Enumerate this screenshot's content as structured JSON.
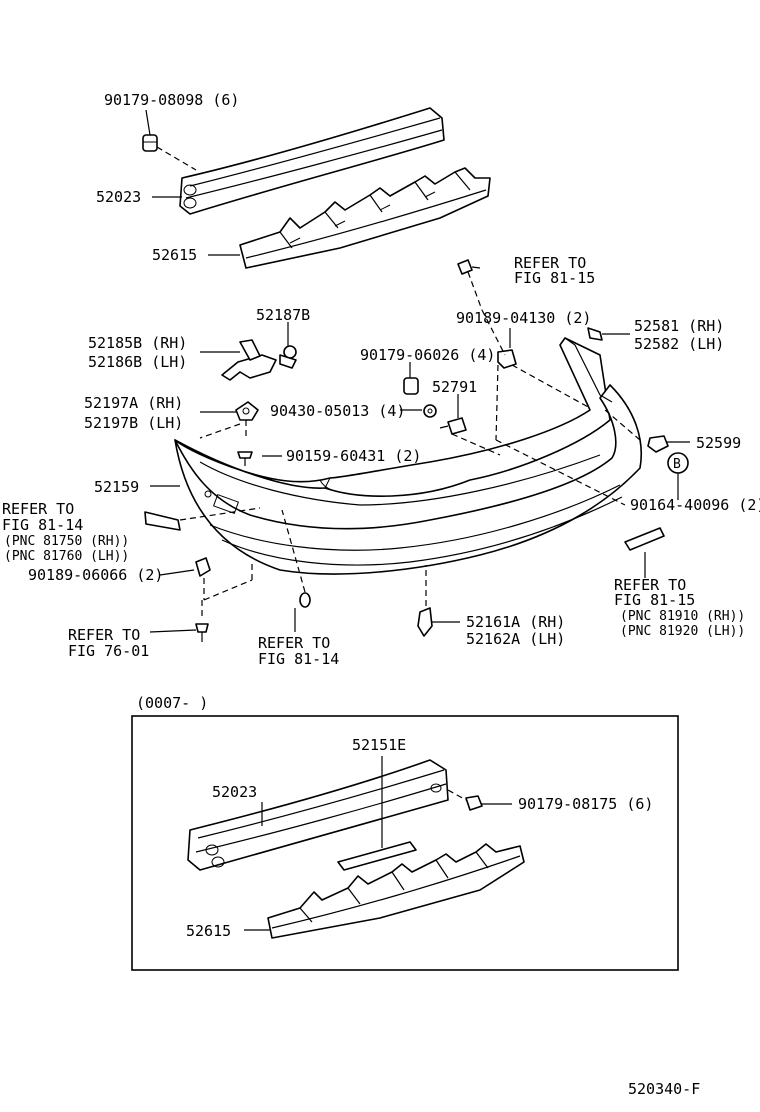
{
  "labels": {
    "p90179_08098": "90179-08098 (6)",
    "p52023_top": "52023",
    "p52615_top": "52615",
    "refer_81_15_a1": "REFER TO",
    "refer_81_15_a2": "FIG 81-15",
    "p52187B": "52187B",
    "p90189_04130": "90189-04130 (2)",
    "p52581": "52581 (RH)",
    "p52582": "52582 (LH)",
    "p52185B": "52185B (RH)",
    "p52186B": "52186B (LH)",
    "p90179_06026": "90179-06026 (4)",
    "p52791": "52791",
    "p52197A": "52197A (RH)",
    "p52197B": "52197B (LH)",
    "p90430_05013": "90430-05013 (4)",
    "p52599": "52599",
    "p90159_60431": "90159-60431 (2)",
    "p52159": "52159",
    "circle_b": "B",
    "p90164_40096": "90164-40096 (2)",
    "refer_81_14_a1": "REFER TO",
    "refer_81_14_a2": "FIG 81-14",
    "refer_81_14_a3": "(PNC 81750 (RH))",
    "refer_81_14_a4": "(PNC 81760 (LH))",
    "p90189_06066": "90189-06066 (2)",
    "refer_81_15_b1": "REFER TO",
    "refer_81_15_b2": "FIG 81-15",
    "refer_81_15_b3": "(PNC 81910 (RH))",
    "refer_81_15_b4": "(PNC 81920 (LH))",
    "refer_76_01_1": "REFER TO",
    "refer_76_01_2": "FIG 76-01",
    "refer_81_14_b1": "REFER TO",
    "refer_81_14_b2": "FIG 81-14",
    "p52161A": "52161A (RH)",
    "p52162A": "52162A (LH)",
    "inset_header": "(0007-      )",
    "p52151E": "52151E",
    "p52023_inset": "52023",
    "p90179_08175": "90179-08175 (6)",
    "p52615_inset": "52615",
    "figure_code": "520340-F"
  }
}
